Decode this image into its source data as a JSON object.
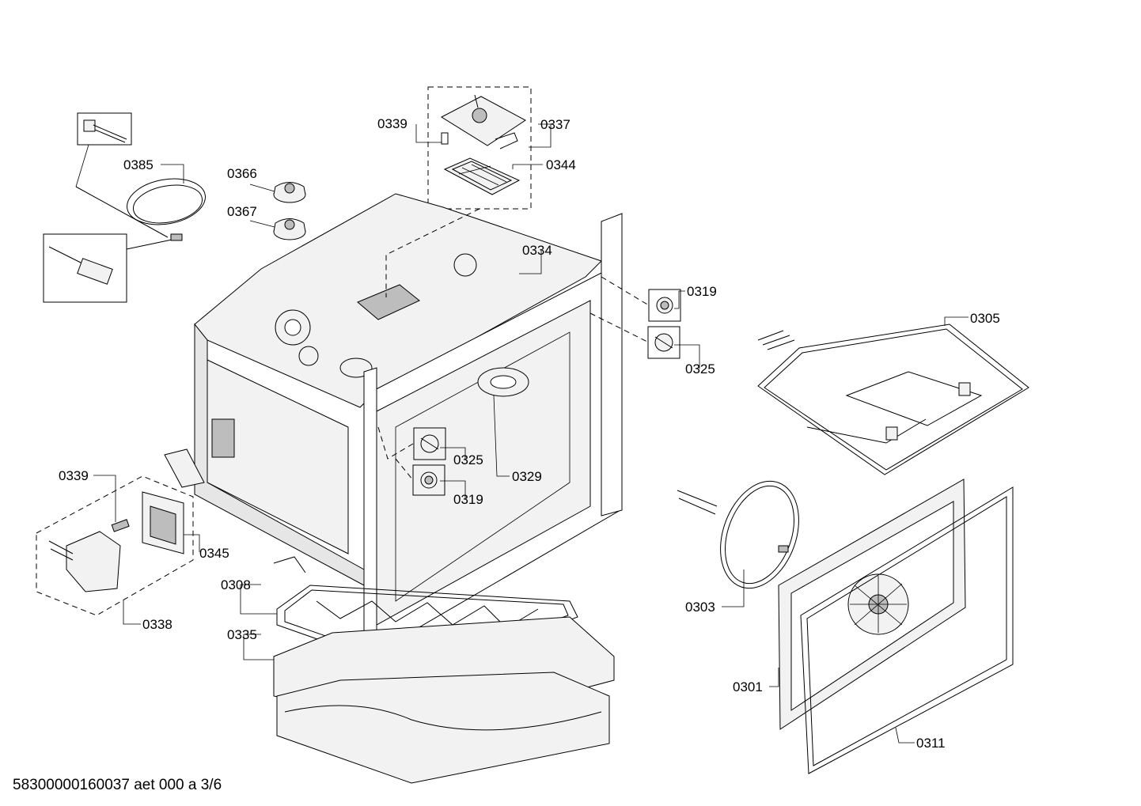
{
  "diagram": {
    "footer": "58300000160037 aet 000 a 3/6",
    "parts": [
      {
        "id": "p0385",
        "label": "0385"
      },
      {
        "id": "p0366",
        "label": "0366"
      },
      {
        "id": "p0367",
        "label": "0367"
      },
      {
        "id": "p0339a",
        "label": "0339"
      },
      {
        "id": "p0337",
        "label": "0337"
      },
      {
        "id": "p0344",
        "label": "0344"
      },
      {
        "id": "p0334",
        "label": "0334"
      },
      {
        "id": "p0319a",
        "label": "0319"
      },
      {
        "id": "p0325a",
        "label": "0325"
      },
      {
        "id": "p0305",
        "label": "0305"
      },
      {
        "id": "p0325b",
        "label": "0325"
      },
      {
        "id": "p0319b",
        "label": "0319"
      },
      {
        "id": "p0329",
        "label": "0329"
      },
      {
        "id": "p0339b",
        "label": "0339"
      },
      {
        "id": "p0345",
        "label": "0345"
      },
      {
        "id": "p0338",
        "label": "0338"
      },
      {
        "id": "p0308",
        "label": "0308"
      },
      {
        "id": "p0335",
        "label": "0335"
      },
      {
        "id": "p0303",
        "label": "0303"
      },
      {
        "id": "p0301",
        "label": "0301"
      },
      {
        "id": "p0311",
        "label": "0311"
      }
    ]
  }
}
